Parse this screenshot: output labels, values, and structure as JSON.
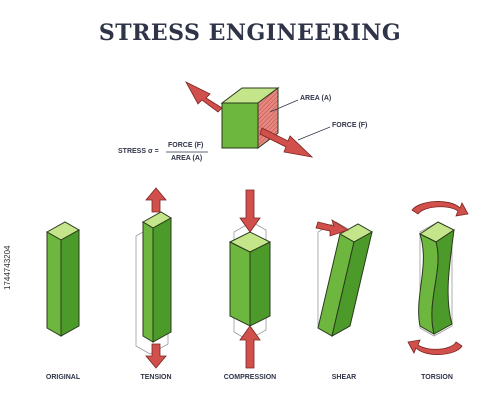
{
  "title": "STRESS ENGINEERING",
  "formula": {
    "lhs": "STRESS σ =",
    "numerator": "FORCE (F)",
    "denominator": "AREA (A)"
  },
  "callouts": {
    "area": "AREA (A)",
    "force": "FORCE (F)"
  },
  "captions": {
    "original": "ORIGINAL",
    "tension": "TENSION",
    "compression": "COMPRESSION",
    "shear": "SHEAR",
    "torsion": "TORSION"
  },
  "stock_id": "1744743204",
  "colors": {
    "front": "#6db73f",
    "side": "#4c9a2a",
    "top": "#c4e58a",
    "arrow": "#d2504c",
    "outline": "#2a3a1e",
    "ghost": "#9a9a9a",
    "text": "#2f3449"
  }
}
